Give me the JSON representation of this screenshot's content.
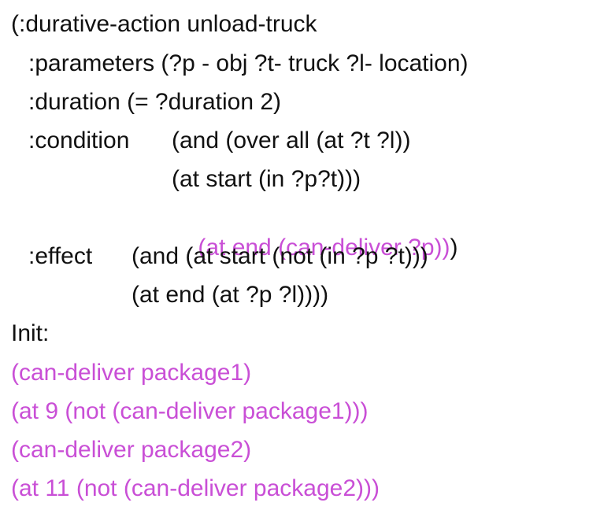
{
  "colors": {
    "text": "#111111",
    "highlight": "#c94fd6",
    "background": "#ffffff"
  },
  "action": {
    "header": "(:durative-action unload-truck",
    "parameters": ":parameters (?p - obj ?t- truck ?l- location)",
    "duration": ":duration (= ?duration 2)",
    "condition_label": ":condition",
    "condition_line1": "(and (over all (at ?t ?l))",
    "condition_line2": "(at start (in ?p?t)))",
    "condition_line3_highlight": "(at end (can-deliver ?p))",
    "condition_line3_tail": ")",
    "effect_label": ":effect",
    "effect_line1": "(and (at start (not (in ?p ?t)))",
    "effect_line2": "(at end (at ?p ?l))))"
  },
  "init": {
    "label": "Init:",
    "lines": [
      "(can-deliver package1)",
      "(at 9 (not (can-deliver package1)))",
      "(can-deliver package2)",
      "(at 11 (not (can-deliver package2)))"
    ]
  }
}
